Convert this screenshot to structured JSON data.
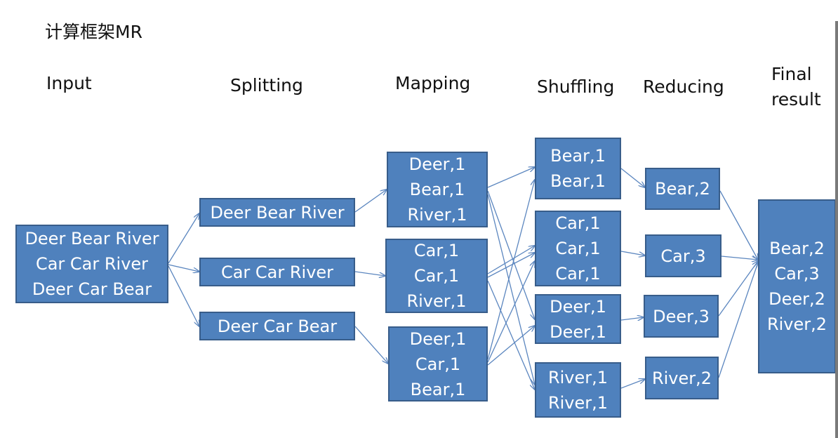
{
  "title": "计算框架MR",
  "stages": {
    "input": "Input",
    "splitting": "Splitting",
    "mapping": "Mapping",
    "shuffling": "Shuffling",
    "reducing": "Reducing",
    "final_line1": "Final",
    "final_line2": "result"
  },
  "input": [
    "Deer Bear River",
    "Car Car River",
    "Deer Car Bear"
  ],
  "splits": [
    [
      "Deer Bear River"
    ],
    [
      "Car Car River"
    ],
    [
      "Deer Car Bear"
    ]
  ],
  "maps": [
    [
      "Deer,1",
      "Bear,1",
      "River,1"
    ],
    [
      "Car,1",
      "Car,1",
      "River,1"
    ],
    [
      "Deer,1",
      "Car,1",
      "Bear,1"
    ]
  ],
  "shuffles": [
    [
      "Bear,1",
      "Bear,1"
    ],
    [
      "Car,1",
      "Car,1",
      "Car,1"
    ],
    [
      "Deer,1",
      "Deer,1"
    ],
    [
      "River,1",
      "River,1"
    ]
  ],
  "reduces": [
    [
      "Bear,2"
    ],
    [
      "Car,3"
    ],
    [
      "Deer,3"
    ],
    [
      "River,2"
    ]
  ],
  "final": [
    "Bear,2",
    "Car,3",
    "Deer,2",
    "River,2"
  ],
  "colors": {
    "box_fill": "#4f81bd",
    "box_border": "#385d8a",
    "arrow": "#5b86bf"
  }
}
